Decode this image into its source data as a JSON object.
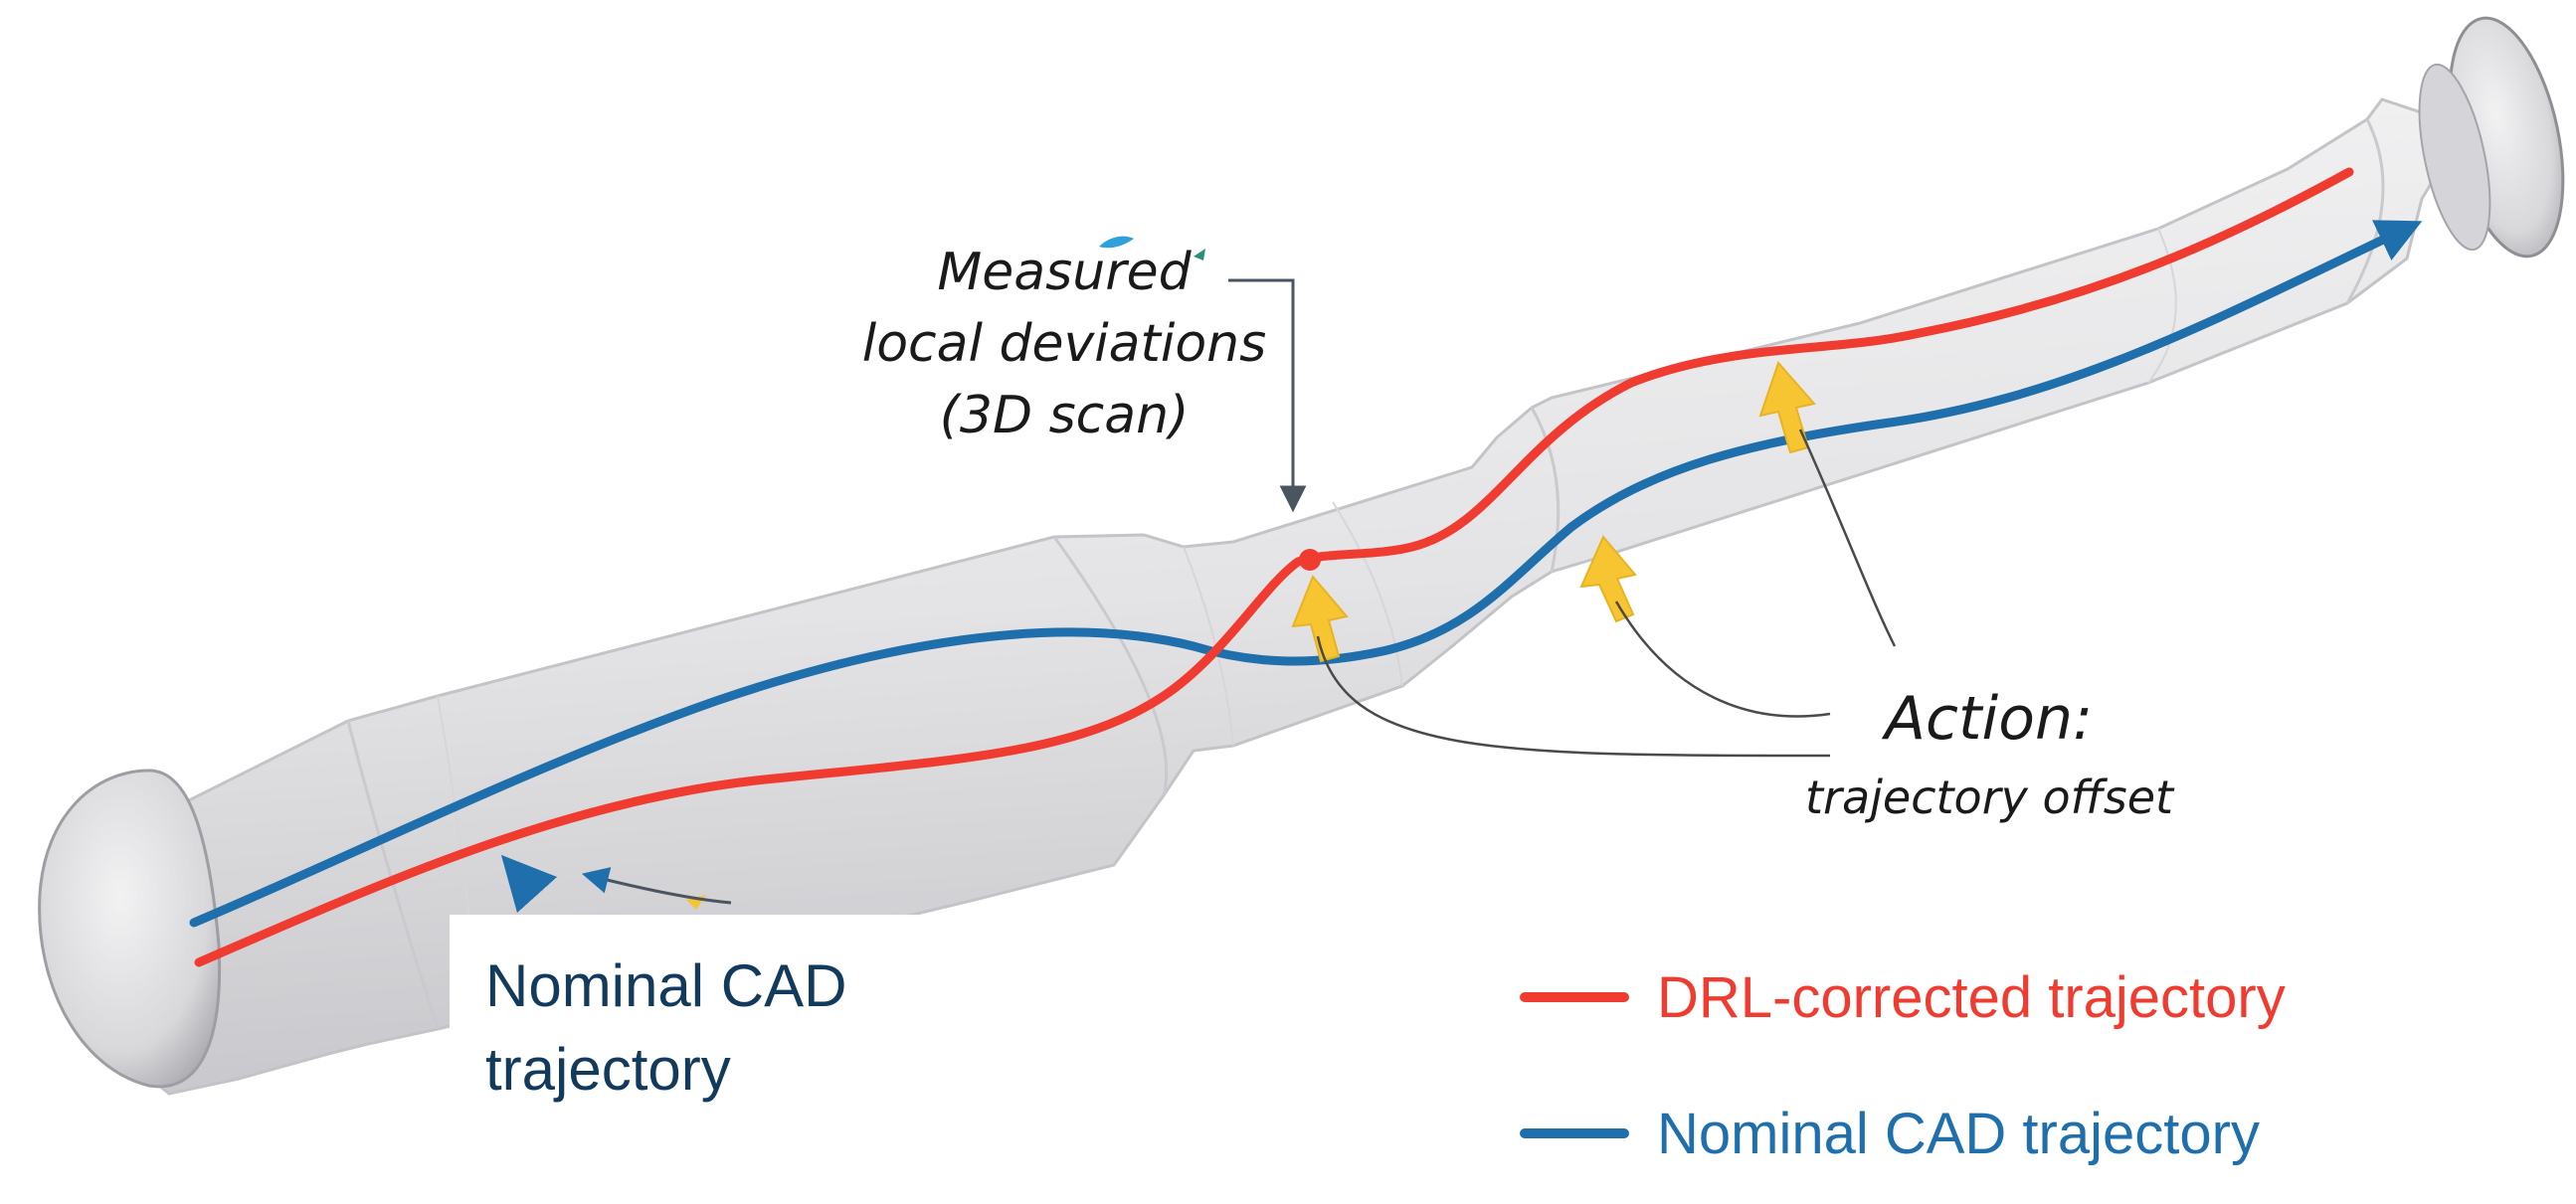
{
  "annotations": {
    "measured_lines": [
      "Measured",
      "local deviations",
      "(3D scan)"
    ],
    "action_title": "Action:",
    "action_subtitle": "trajectory offset",
    "nominal_lines": [
      "Nominal CAD",
      "trajectory"
    ]
  },
  "legend": {
    "items": [
      {
        "label": "DRL-corrected trajectory",
        "color": "#f03c30"
      },
      {
        "label": "Nominal CAD trajectory",
        "color": "#1f6fad"
      }
    ]
  },
  "colors": {
    "pipe_fill": "#e6e6e8",
    "pipe_edge": "#cfcfd3",
    "red_trajectory": "#f03c30",
    "blue_trajectory": "#1f6fad",
    "action_arrow": "#f7c531",
    "leader_line": "#4a4a4a",
    "nominal_label": "#123a5c"
  }
}
